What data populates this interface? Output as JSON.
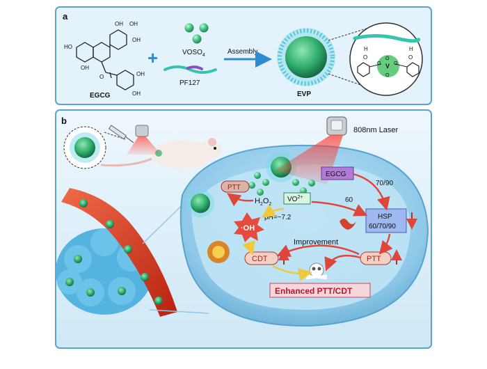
{
  "panel_a": {
    "letter": "a",
    "egcg_label": "EGCG",
    "vo_label": "VOSO",
    "vo_sub": "4",
    "pf_label": "PF127",
    "assembly_label": "Assembly",
    "evp_label": "EVP",
    "plus": "+",
    "chem": {
      "oh": "OH",
      "ho": "HO",
      "o": "O",
      "v": "V",
      "h": "H"
    }
  },
  "panel_b": {
    "letter": "b",
    "laser_label": "808nm Laser",
    "ptt_top": "PTT",
    "h2o2": "H",
    "h2o2_sub1": "2",
    "h2o2_mid": "O",
    "h2o2_sub2": "2",
    "vo2_label": "VO",
    "vo2_sup": "2+",
    "ph_label": "pH=~7.2",
    "oh_radical": "·OH",
    "egcg_box": "EGCG",
    "temp_7090": "70/90",
    "temp_60": "60",
    "hsp_line1": "HSP",
    "hsp_line2": "60/70/90",
    "improvement": "Improvement",
    "cdt_label": "CDT",
    "ptt_label": "PTT",
    "enhanced": "Enhanced PTT/CDT"
  },
  "colors": {
    "panel_bg": "#e3f2fb",
    "panel_border": "#5aa3cf",
    "cell_body": "#8fc9e8",
    "vessel_red": "#d9361f",
    "tumor_blue": "#55b3e0",
    "nano_green": "#3dbb7a",
    "arrow_red": "#e0453a",
    "arrow_yellow": "#f0c93a",
    "egcg_box_fill": "#b07bd6",
    "hsp_box_fill": "#9fb8f0"
  }
}
